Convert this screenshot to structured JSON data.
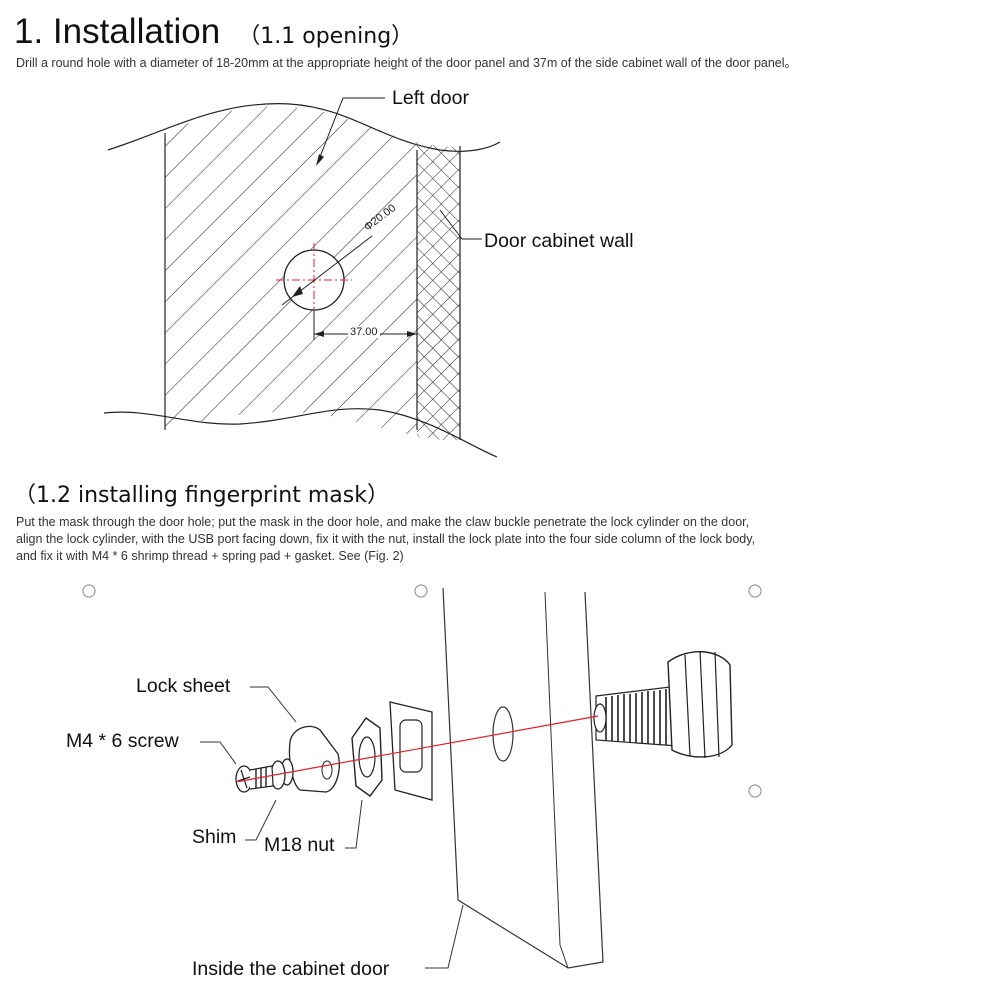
{
  "section1": {
    "title": "1. Installation",
    "subtitle": "（1.1 opening）",
    "description": "Drill a round hole with a diameter of 18-20mm at the appropriate height of the door panel and 37m of the side cabinet wall of the door panel。"
  },
  "diagram1": {
    "labels": {
      "left_door": "Left door",
      "cabinet_wall": "Door cabinet wall"
    },
    "dimensions": {
      "diameter": "Φ20.00",
      "offset": "37.00"
    }
  },
  "section2": {
    "heading": "（1.2 installing fingerprint mask）",
    "description_lines": [
      "Put the mask through the door hole; put the mask in the door hole, and make the claw buckle penetrate the lock cylinder on the door,",
      "align the lock cylinder, with the USB port facing down, fix it with the nut, install the lock plate into the four side column of the lock body,",
      "and fix it with M4 * 6 shrimp thread + spring pad + gasket. See (Fig. 2)"
    ]
  },
  "diagram2": {
    "labels": {
      "lock_sheet": "Lock sheet",
      "screw": "M4 * 6 screw",
      "shim": "Shim",
      "nut": "M18 nut",
      "inside_door": "Inside the cabinet door"
    }
  },
  "colors": {
    "line": "#111111",
    "centerline": "#e0202a",
    "text": "#111111"
  }
}
